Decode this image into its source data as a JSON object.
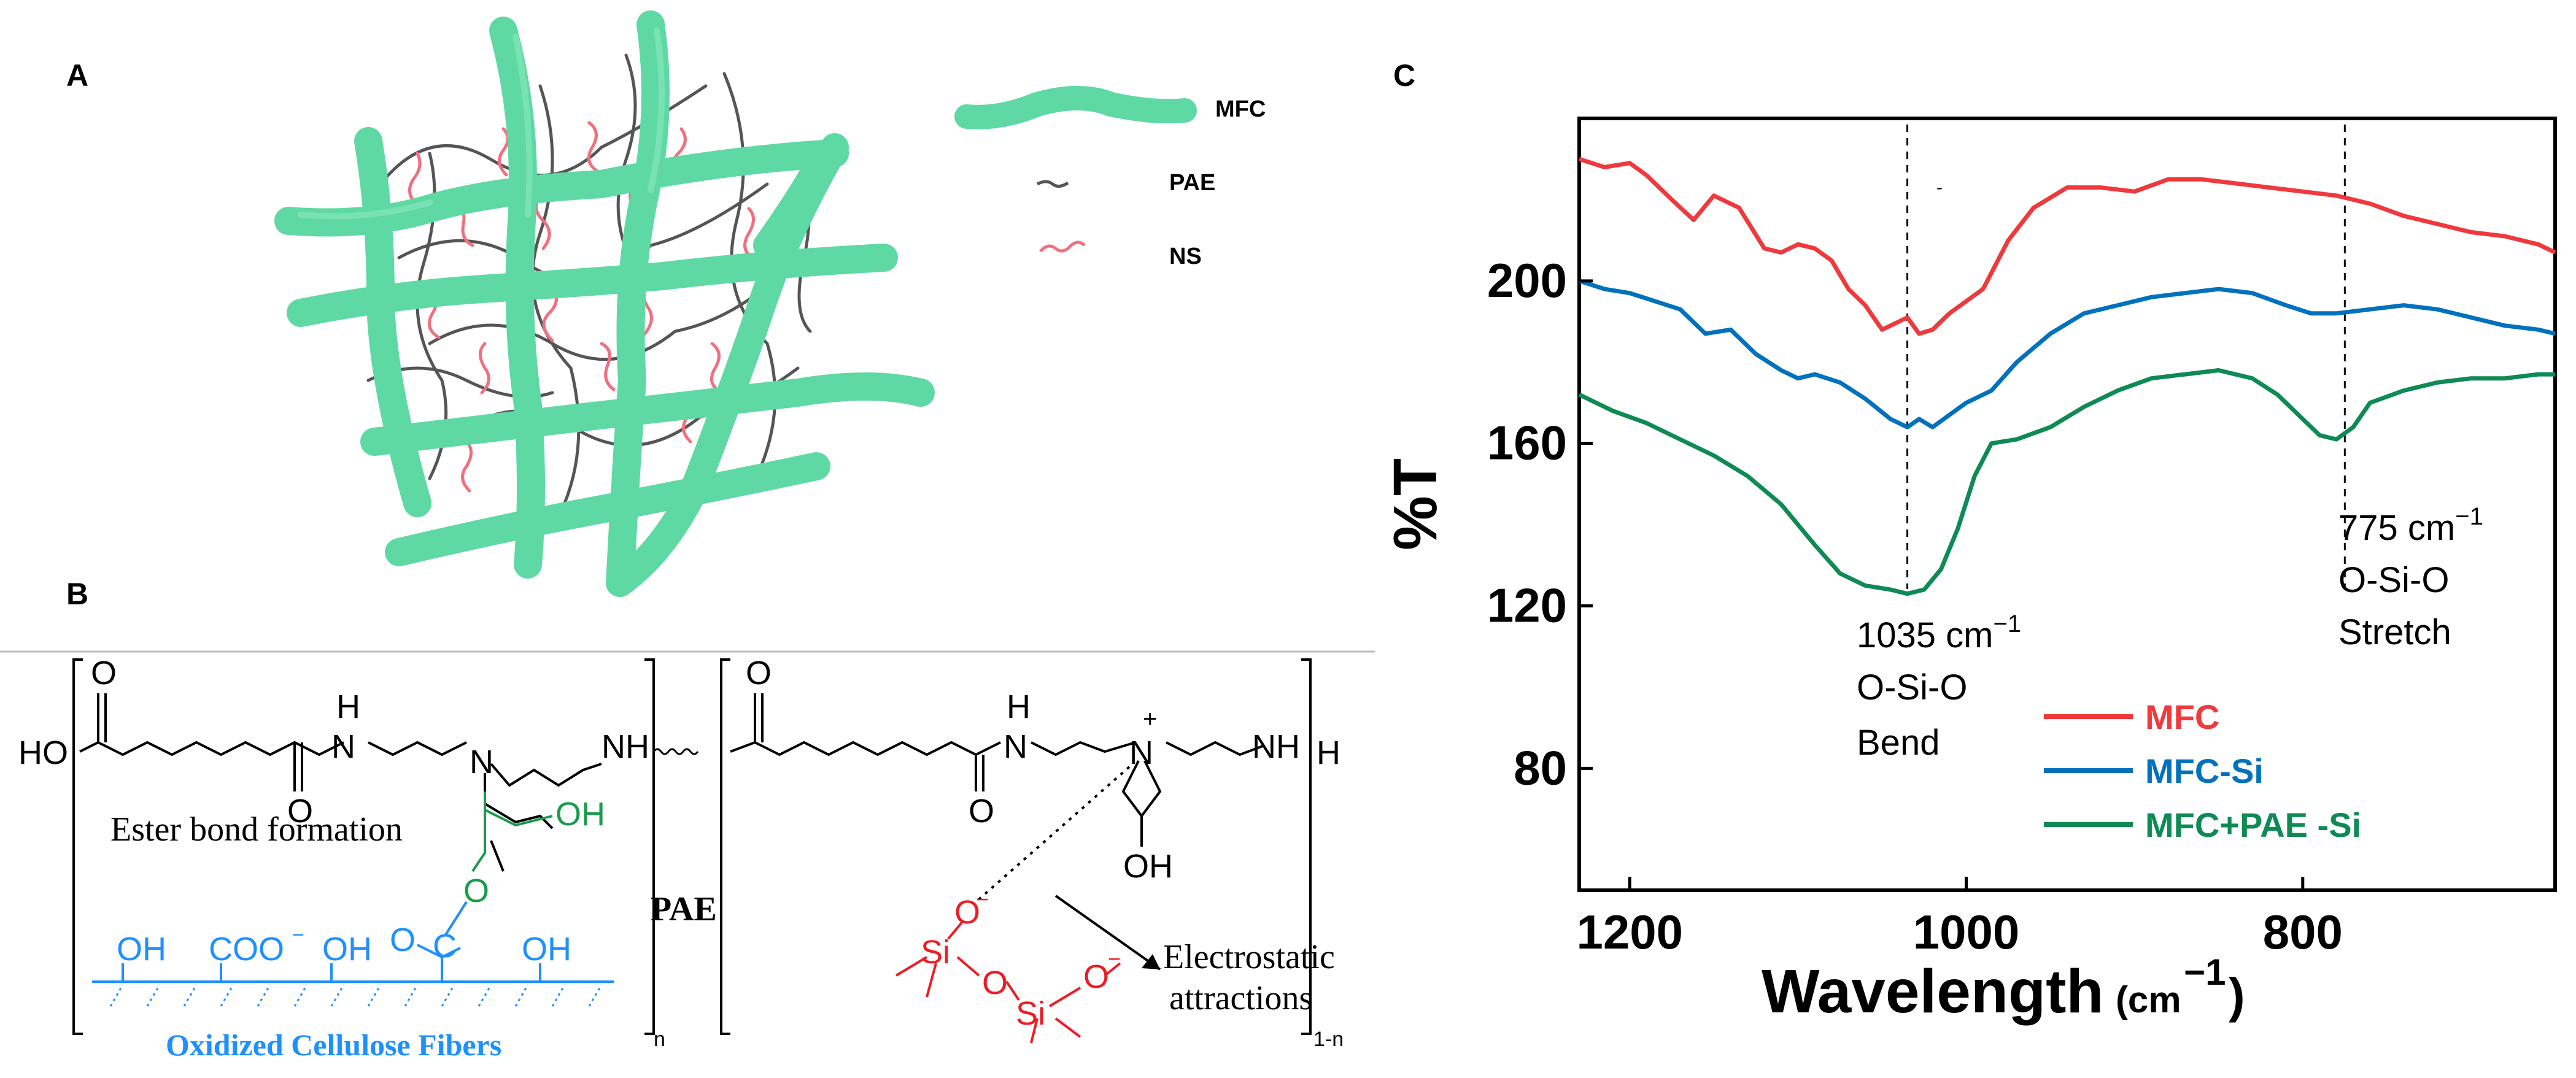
{
  "panels": {
    "a_label": "A",
    "b_label": "B",
    "c_label": "C"
  },
  "panel_a": {
    "legend": [
      {
        "label": "MFC",
        "color": "#5fd9a3"
      },
      {
        "label": "PAE",
        "color": "#555555"
      },
      {
        "label": "NS",
        "color": "#f07080"
      }
    ]
  },
  "panel_b": {
    "left_end": "HO",
    "right_end": "H",
    "nh1": "NH",
    "nh2": "NH",
    "h_top1": "H",
    "h_top2": "H",
    "n_label": "N",
    "n2_label": "N",
    "n3_label": "N",
    "n4_label": "N",
    "plus": "+",
    "o1": "O",
    "o2": "O",
    "o3": "O",
    "o4": "O",
    "sub_n": "n",
    "sub_1n": "1-n",
    "pae": "PAE",
    "ester": "Ester bond formation",
    "oh_green": "OH",
    "o_green": "O",
    "oh_ring": "OH",
    "cellulose_groups": [
      "OH",
      "COO",
      "OH",
      "O",
      "OH"
    ],
    "coo_charge": "−",
    "cellulose_o_top": "O",
    "cellulose_c": "C",
    "cellulose_label": "Oxidized Cellulose Fibers",
    "silica": [
      "O",
      "Si",
      "O",
      "Si",
      "O"
    ],
    "silica_charge1": "−",
    "silica_charge2": "−",
    "electro1": "Electrostatic",
    "electro2": "attractions",
    "colors": {
      "cellulose": "#1e90ff",
      "pae_link": "#1a9b4b",
      "silica": "#ee1c24"
    }
  },
  "panel_c": {
    "ylabel": "%T",
    "xlabel_main": "Wavelength",
    "xlabel_unit": "(cm",
    "xlabel_exp": "−1",
    "xlabel_close": ")",
    "annotations": [
      {
        "line1": "1035 cm",
        "exp": "−1",
        "line2": "O-Si-O",
        "line3": "Bend"
      },
      {
        "line1": "775 cm",
        "exp": "−1",
        "line2": "O-Si-O",
        "line3": "Stretch"
      }
    ],
    "minus_mark": "-"
  },
  "chart_data": {
    "type": "line",
    "title": "",
    "xlabel": "Wavelength (cm−1)",
    "ylabel": "%T",
    "xlim": [
      1230,
      650
    ],
    "ylim": [
      50,
      240
    ],
    "x_ticks": [
      1200,
      1000,
      800
    ],
    "y_ticks": [
      80,
      120,
      160,
      200
    ],
    "grid": false,
    "legend_position": "bottom-right",
    "reference_lines": [
      1035,
      775
    ],
    "series": [
      {
        "name": "MFC",
        "color": "#f0393c",
        "x": [
          1230,
          1215,
          1200,
          1190,
          1175,
          1162,
          1150,
          1135,
          1120,
          1110,
          1100,
          1090,
          1080,
          1070,
          1060,
          1050,
          1040,
          1035,
          1028,
          1020,
          1010,
          1000,
          990,
          975,
          960,
          940,
          920,
          900,
          880,
          860,
          840,
          820,
          800,
          780,
          760,
          740,
          720,
          700,
          680,
          660,
          650
        ],
        "y": [
          230,
          228,
          229,
          226,
          220,
          215,
          221,
          218,
          208,
          207,
          209,
          208,
          205,
          198,
          194,
          188,
          190,
          191,
          187,
          188,
          192,
          195,
          198,
          210,
          218,
          223,
          223,
          222,
          225,
          225,
          224,
          223,
          222,
          221,
          219,
          216,
          214,
          212,
          211,
          209,
          207
        ]
      },
      {
        "name": "MFC-Si",
        "color": "#0072bd",
        "x": [
          1230,
          1215,
          1200,
          1185,
          1170,
          1155,
          1140,
          1125,
          1110,
          1100,
          1090,
          1075,
          1060,
          1045,
          1035,
          1028,
          1020,
          1010,
          1000,
          985,
          970,
          950,
          930,
          910,
          890,
          870,
          850,
          830,
          810,
          795,
          780,
          760,
          740,
          720,
          700,
          680,
          660,
          650
        ],
        "y": [
          200,
          198,
          197,
          195,
          193,
          187,
          188,
          182,
          178,
          176,
          177,
          175,
          171,
          166,
          164,
          166,
          164,
          167,
          170,
          173,
          180,
          187,
          192,
          194,
          196,
          197,
          198,
          197,
          194,
          192,
          192,
          193,
          194,
          193,
          191,
          189,
          188,
          187
        ]
      },
      {
        "name": "MFC+PAE -Si",
        "color": "#0e8a55",
        "x": [
          1230,
          1210,
          1190,
          1170,
          1150,
          1130,
          1110,
          1090,
          1075,
          1060,
          1045,
          1035,
          1025,
          1015,
          1005,
          995,
          985,
          970,
          950,
          930,
          910,
          890,
          870,
          850,
          830,
          815,
          800,
          790,
          780,
          770,
          760,
          740,
          720,
          700,
          680,
          660,
          650
        ],
        "y": [
          172,
          168,
          165,
          161,
          157,
          152,
          145,
          135,
          128,
          125,
          124,
          123,
          124,
          129,
          139,
          152,
          160,
          161,
          164,
          169,
          173,
          176,
          177,
          178,
          176,
          172,
          166,
          162,
          161,
          164,
          170,
          173,
          175,
          176,
          176,
          177,
          177
        ]
      }
    ]
  }
}
